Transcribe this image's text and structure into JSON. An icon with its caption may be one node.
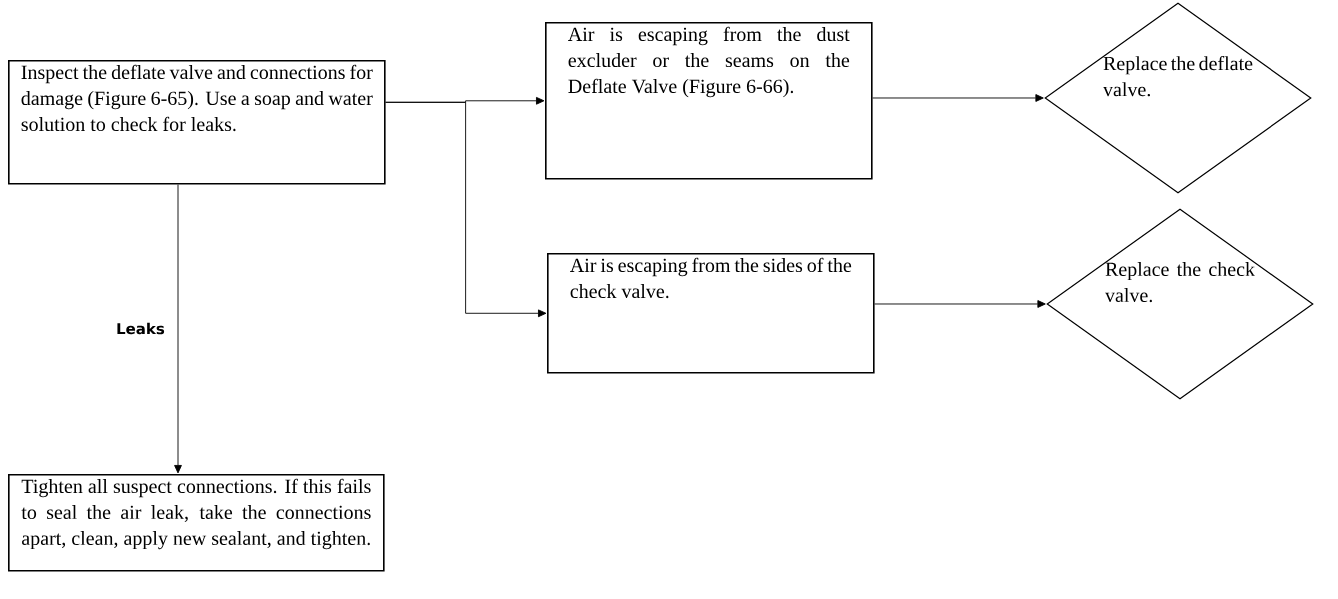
{
  "diagram": {
    "nodes": [
      {
        "text": [
          "Inspect the deflate valve and connections for damage (Figure 6-65). Use a soap and water solution to check for leaks."
        ]
      },
      {
        "text": [
          "Air is escaping from the dust excluder or the seams on the Deflate Valve (Figure 6-66)."
        ]
      },
      {
        "text": [
          "Replace the deflate valve."
        ]
      },
      {
        "text": [
          "Air is escaping from the sides of the check valve."
        ]
      },
      {
        "text": [
          "Replace the check valve."
        ]
      },
      {
        "text": [
          "Tighten all suspect connections. If this fails to seal the air leak, take the connections apart, clean, apply new sealant, and tighten."
        ]
      }
    ],
    "edges": [
      {
        "from": 0,
        "to": 1,
        "arrow": "to"
      },
      {
        "from": 0,
        "to": 3,
        "arrow": "to"
      },
      {
        "from": 1,
        "to": 2,
        "arrow": "to"
      },
      {
        "from": 3,
        "to": 4,
        "arrow": "to"
      },
      {
        "from": 0,
        "to": 5,
        "arrow": "to",
        "label": "Leaks"
      }
    ]
  }
}
